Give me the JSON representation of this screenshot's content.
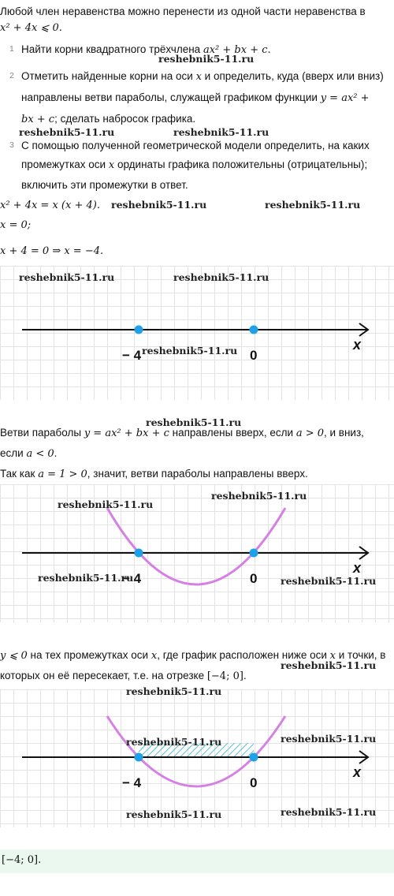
{
  "intro": {
    "line1": "Любой член неравенства можно перенести из одной части неравенства в",
    "inequality_lhs": "x² + 4x ⩽ 0."
  },
  "steps": [
    {
      "num": "1",
      "text_pre": "Найти корни квадратного трёхчлена ",
      "formula": "ax² + bx + c."
    },
    {
      "num": "2",
      "line1_pre": "Отметить найденные корни на оси ",
      "line1_var": "x",
      "line1_post": " и определить, куда (вверх или вниз)",
      "line2_pre": "направлены ветви параболы, служащей графиком функции ",
      "line2_formula": "y = ax² +",
      "line3_formula": "bx + c",
      "line3_post": "; сделать набросок графика."
    },
    {
      "num": "3",
      "line1": "С помощью полученной геометрической модели определить, на каких",
      "line2_pre": "промежутках оси ",
      "line2_var": "x",
      "line2_post": " ординаты графика положительны (отрицательны);",
      "line3": "включить эти промежутки в ответ."
    }
  ],
  "solution": {
    "factor": "x² + 4x = x (x + 4).",
    "root1": "x = 0;",
    "root2": "x + 4 = 0 ⇒ x = −4."
  },
  "figures": {
    "label_neg4": "− 4",
    "label_zero": "0",
    "axis_label": "x"
  },
  "branches": {
    "line1_pre": "Ветви параболы ",
    "line1_formula": "y = ax² + bx + c",
    "line1_mid": " направлены вверх, если ",
    "line1_cond": "a > 0",
    "line1_post": ", и вниз,",
    "line2_pre": "если ",
    "line2_cond": "a < 0",
    "line2_post": ".",
    "line3_pre": "Так как ",
    "line3_formula": "a = 1 > 0",
    "line3_post": ", значит, ветви параболы направлены вверх."
  },
  "conclusion": {
    "line1_pre": "y ⩽ 0",
    "line1_mid": " на тех промежутках оси ",
    "line1_var": "x",
    "line1_post": ", где график расположен ниже оси ",
    "line1_var2": "x",
    "line1_post2": " и точки, в",
    "line2_pre": "которых он её пересекает, т.е. на отрезке ",
    "line2_interval": "[−4;  0]",
    "line2_post": "."
  },
  "answer": "[−4;  0].",
  "watermark": "reshebnik5-11.ru",
  "colors": {
    "parabola": "#d67fe4",
    "point": "#1da1e8",
    "hatch": "#29b3c8",
    "answer_bg": "#eaf8ef"
  }
}
